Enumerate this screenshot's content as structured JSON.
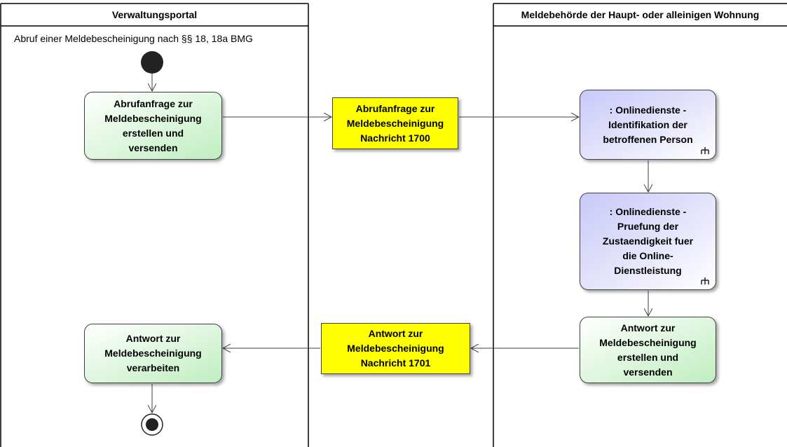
{
  "lanes": {
    "left": {
      "title": "Verwaltungsportal",
      "subtitle": "Abruf einer Meldebescheinigung nach §§ 18, 18a BMG"
    },
    "right": {
      "title": "Meldebehörde der Haupt- oder alleinigen Wohnung"
    }
  },
  "nodes": {
    "abrufanfrage_erstellen": "Abrufanfrage zur\nMeldebescheinigung\nerstellen und\nversenden",
    "nachricht_1700": "Abrufanfrage zur\nMeldebescheinigung\nNachricht 1700",
    "identifikation": ": Onlinedienste -\nIdentifikation der\nbetroffenen Person",
    "pruefung": ": Onlinedienste -\nPruefung der\nZustaendigkeit fuer\ndie Online-\nDienstleistung",
    "antwort_erstellen": "Antwort zur\nMeldebescheinigung\nerstellen und\nversenden",
    "nachricht_1701": "Antwort zur\nMeldebescheinigung\nNachricht 1701",
    "antwort_verarbeiten": "Antwort zur\nMeldebescheinigung\nverarbeiten"
  },
  "colors": {
    "action_fill": "#bfeebf",
    "call_action_fill": "#c8c8f8",
    "object_fill": "#ffff00",
    "line": "#404040"
  }
}
